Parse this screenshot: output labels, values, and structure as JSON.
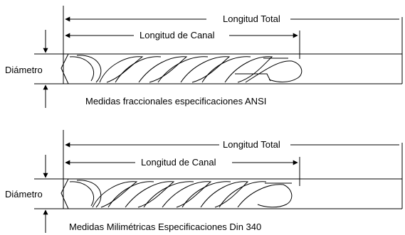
{
  "figures": [
    {
      "total_length_label": "Longitud Total",
      "flute_length_label": "Longitud de Canal",
      "diameter_label": "Diámetro",
      "caption": "Medidas fraccionales especificaciones ANSI"
    },
    {
      "total_length_label": "Longitud Total",
      "flute_length_label": "Longitud de Canal",
      "diameter_label": "Diámetro",
      "caption": "Medidas Milimétricas Especificaciones  Din 340"
    }
  ]
}
